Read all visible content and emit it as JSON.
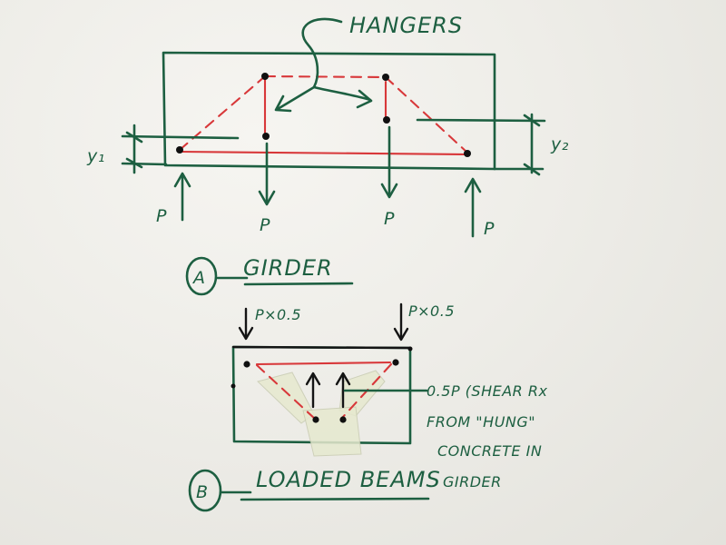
{
  "labels": {
    "hangers": "HANGERS",
    "y1": "y₁",
    "y2": "y₂",
    "p_left": "P",
    "p_mid_left": "P",
    "p_mid_right": "P",
    "p_right": "P",
    "circle_a": "A",
    "girder": "GIRDER",
    "p_times_left": "P×0.5",
    "p_times_right": "P×0.5",
    "note_line1": "0.5P (SHEAR Rx",
    "note_line2": "FROM \"HUNG\"",
    "note_line3": "CONCRETE IN",
    "note_line4": "GIRDER",
    "circle_b": "B",
    "loaded_beams": "LOADED BEAMS"
  },
  "colors": {
    "ink_green": "#1d5f41",
    "ink_red": "#d8383a",
    "ink_black": "#141414",
    "paper": "#eeede8"
  }
}
